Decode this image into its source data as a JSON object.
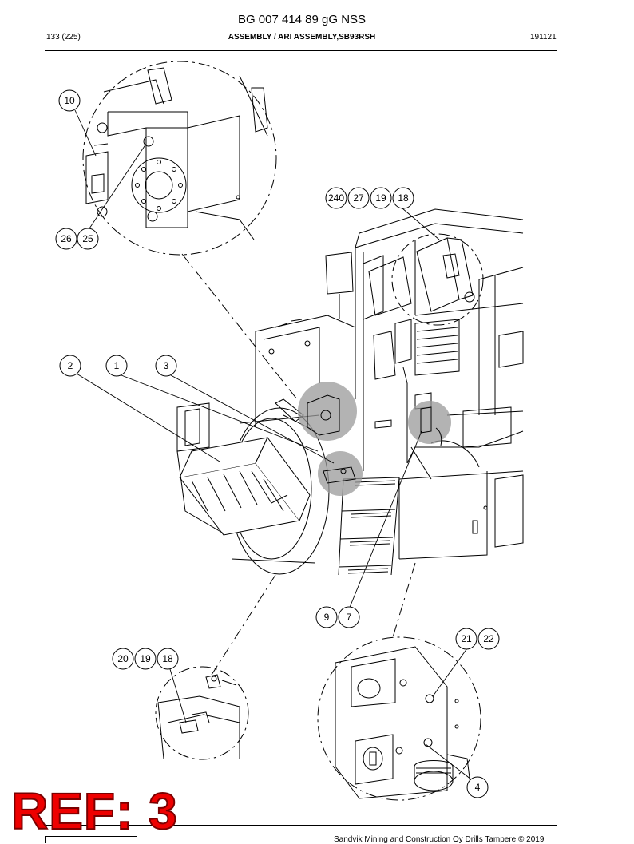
{
  "header": {
    "title": "BG 007 414 89 gG NSS",
    "page": "133 (225)",
    "section": "ASSEMBLY / ARI ASSEMBLY,SB93RSH",
    "date_code": "191121"
  },
  "callouts": {
    "c10": "10",
    "c26": "26",
    "c25": "25",
    "c240": "240",
    "c27": "27",
    "c19a": "19",
    "c18a": "18",
    "c2": "2",
    "c1": "1",
    "c3": "3",
    "c9": "9",
    "c7": "7",
    "c21": "21",
    "c22": "22",
    "c20": "20",
    "c19b": "19",
    "c18b": "18",
    "c4": "4"
  },
  "stamp": "REF: 3",
  "footer": "Sandvik Mining and Construction Oy Drills Tampere © 2019"
}
